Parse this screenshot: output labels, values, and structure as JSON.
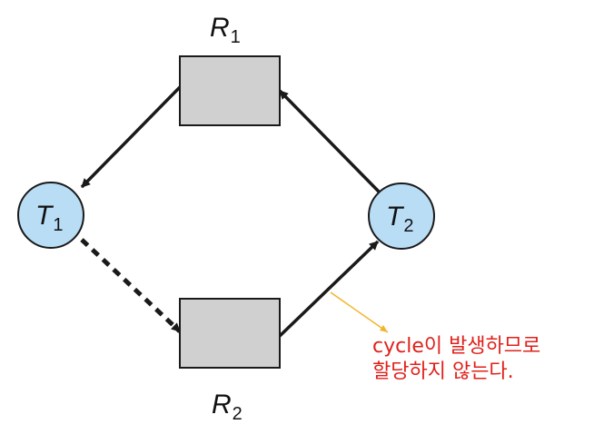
{
  "nodes": {
    "r1": {
      "letter": "R",
      "sub": "1"
    },
    "r2": {
      "letter": "R",
      "sub": "2"
    },
    "t1": {
      "letter": "T",
      "sub": "1"
    },
    "t2": {
      "letter": "T",
      "sub": "2"
    }
  },
  "annotation": {
    "line1": "cycle이 발생하므로",
    "line2": "할당하지 않는다."
  },
  "colors": {
    "resource_fill": "#d0d0d0",
    "thread_fill": "#b9ddf5",
    "annotation_text": "#e0211b",
    "annotation_pointer": "#f2b52a",
    "edge": "#1a1a1a"
  }
}
